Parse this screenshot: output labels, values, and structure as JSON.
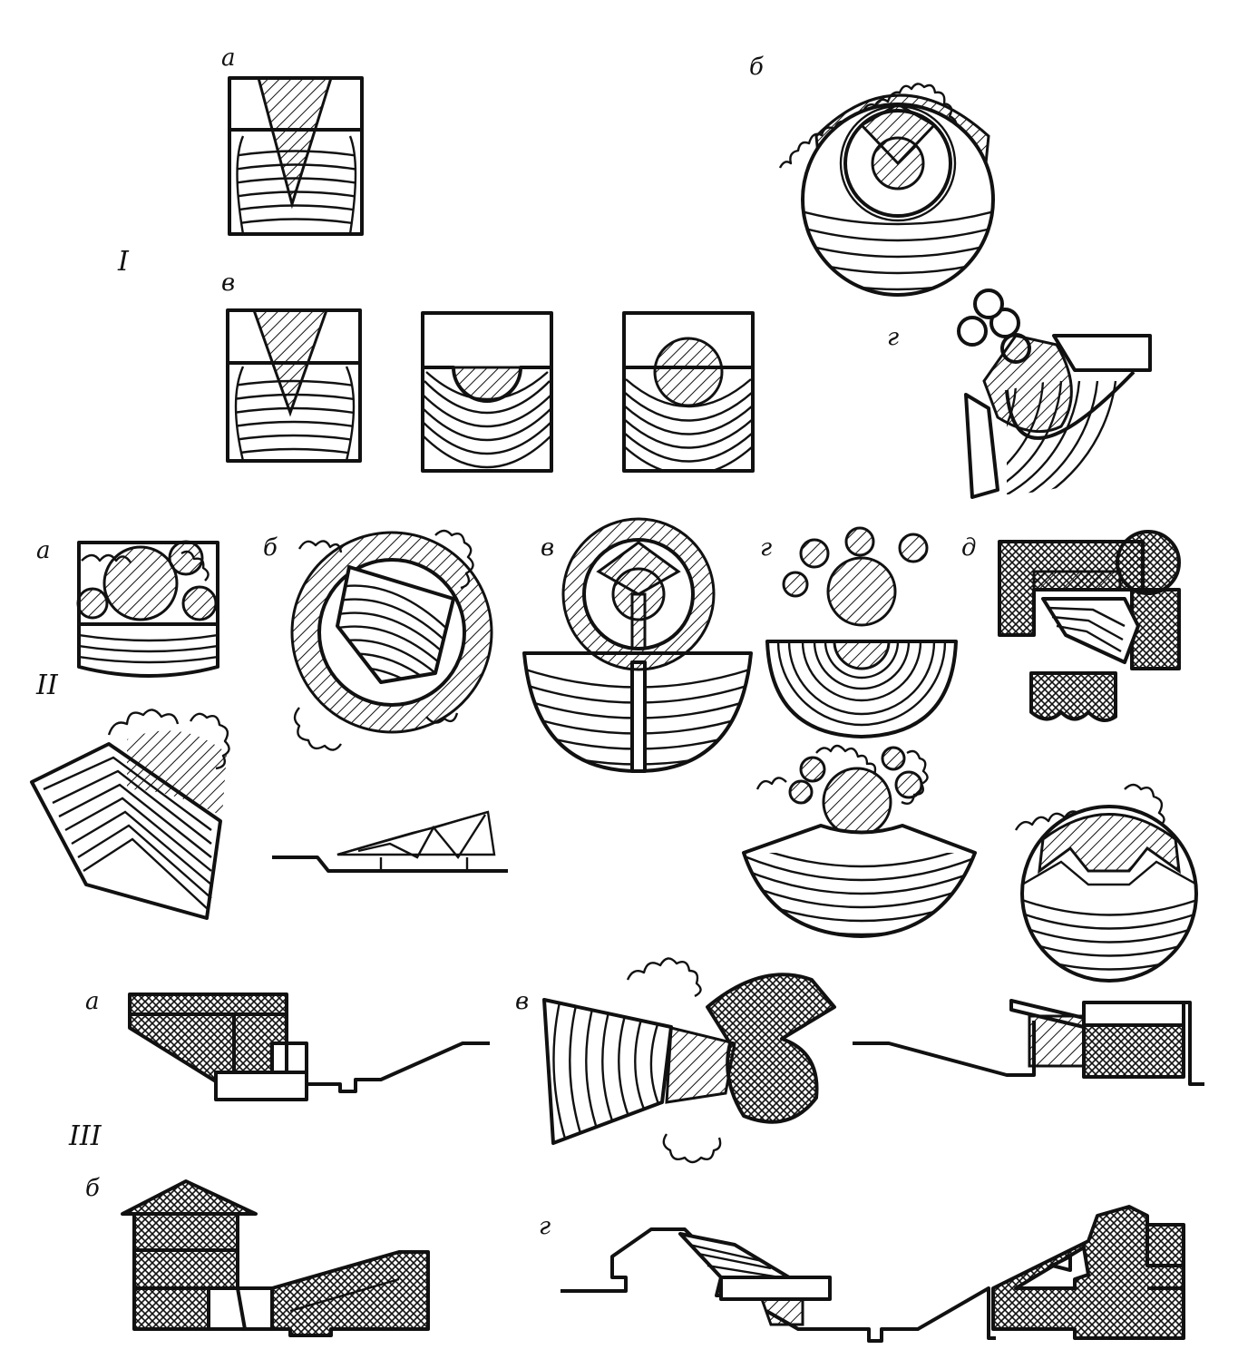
{
  "labels": {
    "group_1": "I",
    "group_2": "II",
    "group_3": "III",
    "a": "а",
    "b": "б",
    "v": "в",
    "g": "г",
    "d": "д"
  },
  "colors": {
    "ink": "#111111",
    "paper": "#ffffff"
  }
}
